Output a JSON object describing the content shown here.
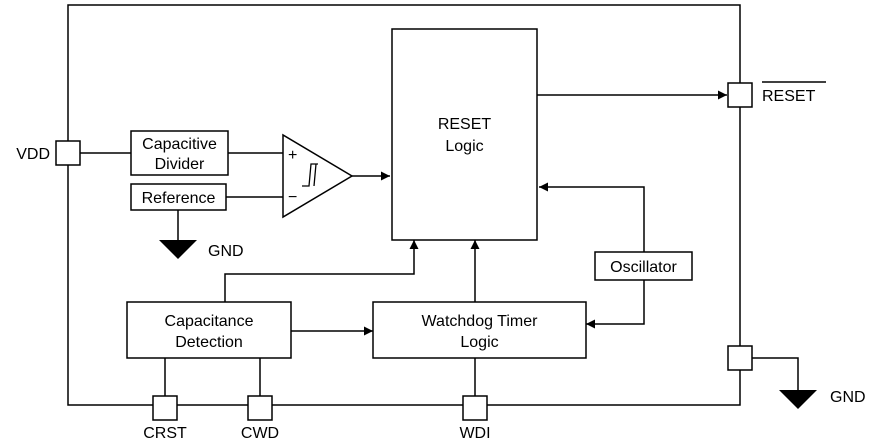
{
  "pins": {
    "vdd": "VDD",
    "reset_out": "RESET",
    "gnd_right": "GND",
    "crst": "CRST",
    "cwd": "CWD",
    "wdi": "WDI"
  },
  "blocks": {
    "capacitive_divider": [
      "Capacitive",
      "Divider"
    ],
    "reference": "Reference",
    "reset_logic": [
      "RESET",
      "Logic"
    ],
    "oscillator": "Oscillator",
    "capacitance_detection": [
      "Capacitance",
      "Detection"
    ],
    "watchdog": [
      "Watchdog Timer",
      "Logic"
    ]
  },
  "comparator": {
    "plus": "+",
    "minus": "−"
  },
  "ground_labels": {
    "internal": "GND"
  }
}
